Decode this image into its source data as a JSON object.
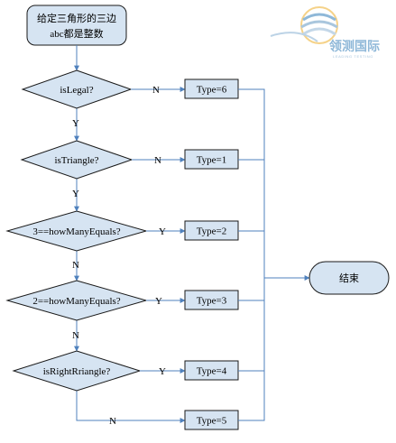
{
  "start": {
    "line1": "给定三角形的三边",
    "line2": "abc都是整数"
  },
  "decisions": [
    {
      "text": "isLegal?",
      "yes_label": "Y",
      "no_label": "N"
    },
    {
      "text": "isTriangle?",
      "yes_label": "Y",
      "no_label": "N"
    },
    {
      "text": "3==howManyEquals?",
      "yes_label": "Y",
      "no_label": "N"
    },
    {
      "text": "2==howManyEquals?",
      "yes_label": "Y",
      "no_label": "N"
    },
    {
      "text": "isRightRriangle?",
      "yes_label": "Y",
      "no_label": "N"
    }
  ],
  "results": [
    {
      "text": "Type=6"
    },
    {
      "text": "Type=1"
    },
    {
      "text": "Type=2"
    },
    {
      "text": "Type=3"
    },
    {
      "text": "Type=4"
    },
    {
      "text": "Type=5"
    }
  ],
  "end": {
    "text": "结束"
  },
  "logo": {
    "cn": "领测国际",
    "en": "LEADING TESTING"
  },
  "colors": {
    "box_fill": "#d6e4f2",
    "box_stroke": "#1a1a1a",
    "arrow": "#4f81bd",
    "logo": "#8fb8d8"
  }
}
